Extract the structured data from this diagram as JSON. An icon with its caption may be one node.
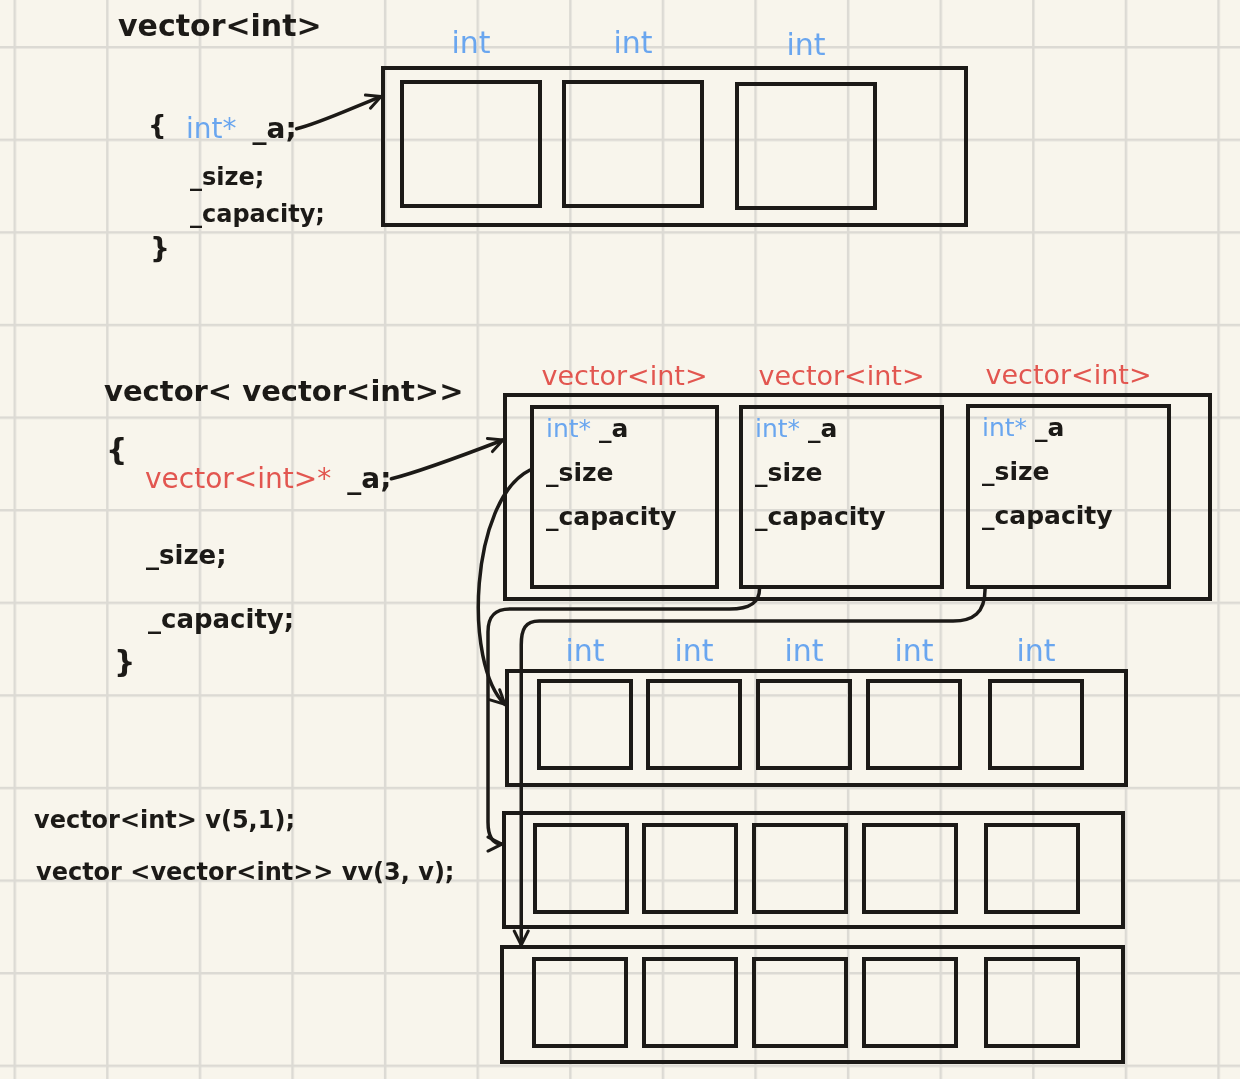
{
  "diagram": {
    "nodes": [
      {
        "text": [
          "int*",
          "_a;"
        ]
      },
      {
        "text": [],
        "shape": "box"
      },
      {
        "text": [],
        "shape": "box",
        "in": 1,
        "beside": [
          "int"
        ]
      },
      {
        "text": [],
        "shape": "box",
        "in": 1,
        "beside": [
          "int"
        ]
      },
      {
        "text": [],
        "shape": "box",
        "in": 1,
        "beside": [
          "int"
        ]
      },
      {
        "text": [
          "vector<int>*",
          "_a;"
        ]
      },
      {
        "text": [],
        "shape": "box"
      },
      {
        "text": [
          "int*",
          "_a",
          "_size",
          "_capacity"
        ],
        "in": 6,
        "beside": [
          "vector<int>"
        ]
      },
      {
        "text": [
          "int*",
          "_a",
          "_size",
          "_capacity"
        ],
        "in": 6,
        "beside": [
          "vector<int>"
        ]
      },
      {
        "text": [
          "int*",
          "_a",
          "_size",
          "_capacity"
        ],
        "in": 6,
        "beside": [
          "vector<int>"
        ]
      },
      {
        "text": [],
        "shape": "box"
      },
      {
        "text": [],
        "shape": "box",
        "in": 10,
        "beside": [
          "int"
        ]
      },
      {
        "text": [],
        "shape": "box",
        "in": 10,
        "beside": [
          "int"
        ]
      },
      {
        "text": [],
        "shape": "box",
        "in": 10,
        "beside": [
          "int"
        ]
      },
      {
        "text": [],
        "shape": "box",
        "in": 10,
        "beside": [
          "int"
        ]
      },
      {
        "text": [],
        "shape": "box",
        "in": 10,
        "beside": [
          "int"
        ]
      },
      {
        "text": [],
        "shape": "box"
      },
      {
        "text": [],
        "shape": "box",
        "in": 16
      },
      {
        "text": [],
        "shape": "box",
        "in": 16
      },
      {
        "text": [],
        "shape": "box",
        "in": 16
      },
      {
        "text": [],
        "shape": "box",
        "in": 16
      },
      {
        "text": [],
        "shape": "box",
        "in": 16
      },
      {
        "text": [],
        "shape": "box"
      },
      {
        "text": [],
        "shape": "box",
        "in": 22
      },
      {
        "text": [],
        "shape": "box",
        "in": 22
      },
      {
        "text": [],
        "shape": "box",
        "in": 22
      },
      {
        "text": [],
        "shape": "box",
        "in": 22
      },
      {
        "text": [],
        "shape": "box",
        "in": 22
      }
    ],
    "edges": [
      {
        "from": 0,
        "to": 1,
        "arrow": "to"
      },
      {
        "from": 5,
        "to": 6,
        "arrow": "to"
      },
      {
        "from": 7,
        "to": 10,
        "arrow": "to"
      },
      {
        "from": 8,
        "to": 16,
        "arrow": "to"
      },
      {
        "from": 9,
        "to": 22,
        "arrow": "to"
      }
    ],
    "labels": [
      "vector<int>",
      "{",
      "_size;",
      "_capacity;",
      "}",
      "vector< vector<int>>",
      "{",
      "_size;",
      "_capacity;",
      "}",
      "vector<int> v(5,1);",
      "vector <vector<int>> vv(3, v);"
    ]
  }
}
